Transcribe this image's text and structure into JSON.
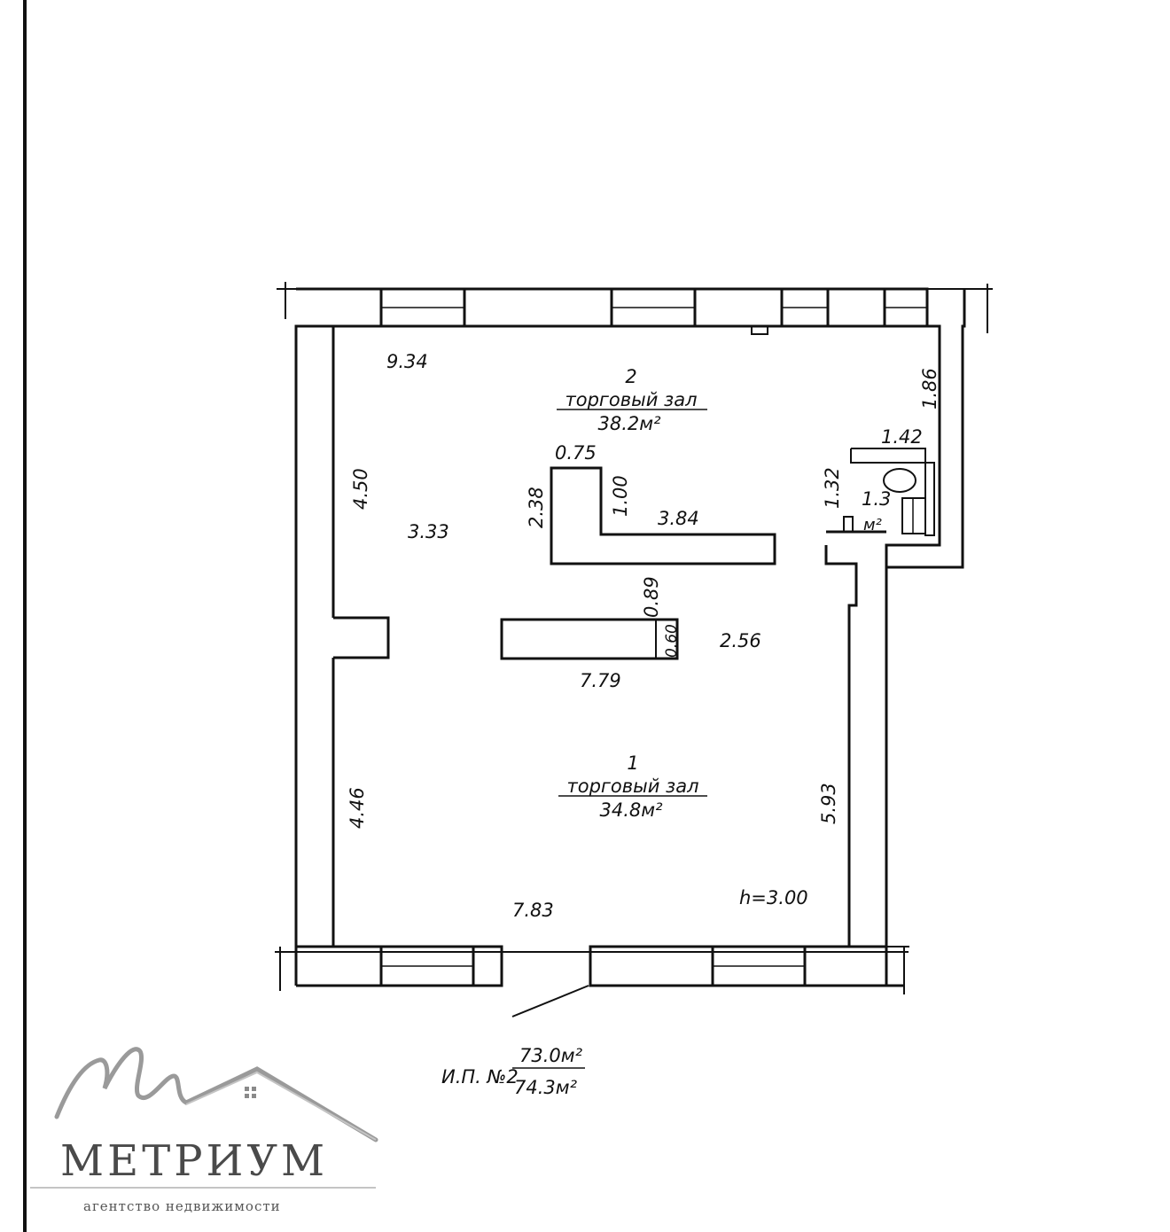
{
  "rooms": [
    {
      "number": "2",
      "name": "торговый зал",
      "area": "38.2м²"
    },
    {
      "number": "1",
      "name": "торговый зал",
      "area": "34.8м²"
    },
    {
      "number": "1.3",
      "unit": "м²"
    }
  ],
  "dimensions": {
    "top_width": "9.34",
    "left_upper": "4.50",
    "left_lower": "4.46",
    "left_mid": "3.33",
    "pillar_top": "0.75",
    "pillar_height": "2.38",
    "pillar_inner": "1.00",
    "counter_length": "3.84",
    "gap": "0.89",
    "counter2_depth": "0.60",
    "right_mid": "2.56",
    "counter2_length": "7.79",
    "right_lower": "5.93",
    "bottom_width": "7.83",
    "ceiling_height": "h=3.00",
    "wc_height": "1.86",
    "wc_width": "1.42",
    "wc_side": "1.32"
  },
  "footer": {
    "label": "И.П. №2",
    "area_top": "73.0м²",
    "area_bottom": "74.3м²"
  },
  "brand": {
    "name": "МЕТРИУМ",
    "tagline": "агентство недвижимости",
    "color": "#4a4a4a"
  }
}
